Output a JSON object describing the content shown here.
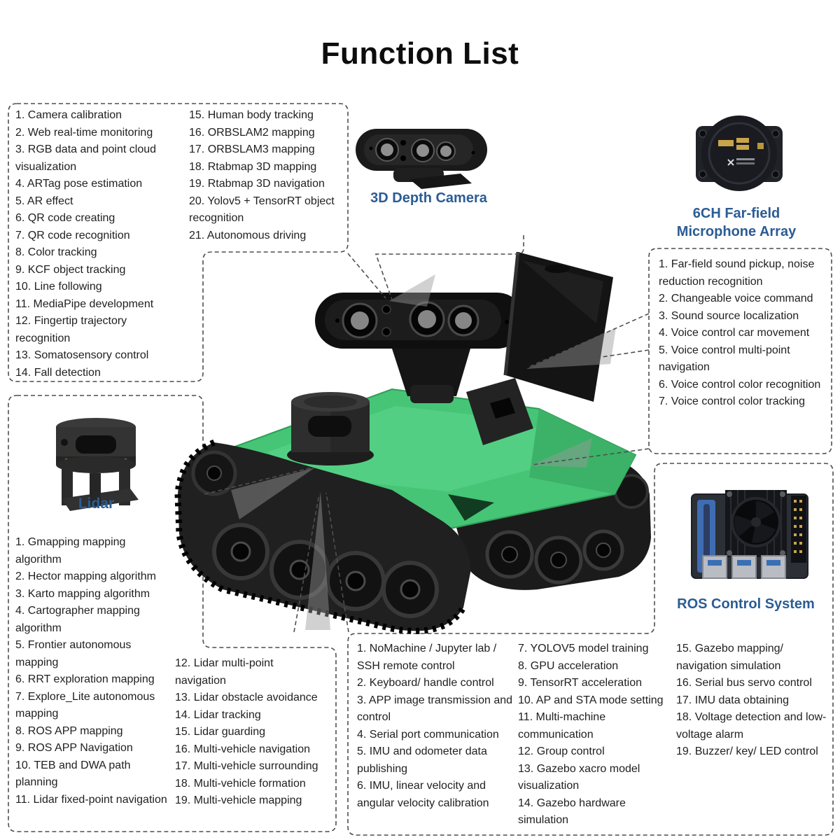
{
  "title": "Function List",
  "colors": {
    "accent": "#2b5c94",
    "text": "#1f1f1f",
    "dash_line": "#4f4f4f",
    "robot_green": "#46c577"
  },
  "camera_functions": {
    "col1": [
      "1. Camera calibration",
      "2. Web real-time monitoring",
      "3. RGB data and point cloud visualization",
      "4. ARTag pose estimation",
      "5. AR effect",
      "6. QR code creating",
      "7. QR code recognition",
      "8. Color tracking",
      "9. KCF object tracking",
      "10. Line following",
      "11. MediaPipe development",
      "12. Fingertip trajectory recognition",
      "13. Somatosensory control",
      "14. Fall detection"
    ],
    "col2": [
      "15. Human body tracking",
      "16. ORBSLAM2 mapping",
      "17. ORBSLAM3 mapping",
      "18. Rtabmap 3D mapping",
      "19. Rtabmap 3D navigation",
      "20. Yolov5 + TensorRT object recognition",
      "21. Autonomous driving"
    ]
  },
  "depth_camera": {
    "label": "3D Depth Camera"
  },
  "mic_array": {
    "label": "6CH Far-field Microphone Array",
    "items": [
      "1. Far-field sound pickup, noise reduction recognition",
      "2. Changeable voice command",
      "3. Sound source localization",
      "4. Voice control car movement",
      "5. Voice control multi-point navigation",
      "6. Voice control color recognition",
      "7. Voice control color tracking"
    ]
  },
  "lidar": {
    "label": "Lidar",
    "col1": [
      "1. Gmapping mapping algorithm",
      "2. Hector mapping algorithm",
      "3. Karto mapping algorithm",
      "4. Cartographer mapping algorithm",
      "5. Frontier autonomous mapping",
      "6. RRT exploration mapping",
      "7. Explore_Lite autonomous mapping",
      "8. ROS APP mapping",
      "9. ROS APP Navigation",
      "10. TEB and DWA path planning",
      "11. Lidar fixed-point navigation"
    ],
    "col2": [
      "12. Lidar multi-point navigation",
      "13. Lidar obstacle avoidance",
      "14. Lidar tracking",
      "15. Lidar guarding",
      "16. Multi-vehicle navigation",
      "17. Multi-vehicle surrounding",
      "18. Multi-vehicle formation",
      "19. Multi-vehicle mapping"
    ]
  },
  "ros_system": {
    "label": "ROS Control System",
    "col1": [
      "1. NoMachine / Jupyter lab / SSH remote control",
      "2. Keyboard/ handle control",
      "3. APP image transmission and control",
      "4. Serial port communication",
      "5. IMU and odometer data publishing",
      "6. IMU, linear velocity and angular velocity calibration"
    ],
    "col2": [
      "7. YOLOV5 model training",
      "8. GPU acceleration",
      "9. TensorRT acceleration",
      "10. AP and STA mode setting",
      "11. Multi-machine communication",
      "12. Group control",
      "13. Gazebo xacro model visualization",
      "14. Gazebo hardware simulation"
    ],
    "col3": [
      "15. Gazebo mapping/ navigation simulation",
      "16. Serial bus servo control",
      "17. IMU data obtaining",
      "18. Voltage detection and low-voltage alarm",
      "19. Buzzer/ key/ LED control"
    ]
  }
}
